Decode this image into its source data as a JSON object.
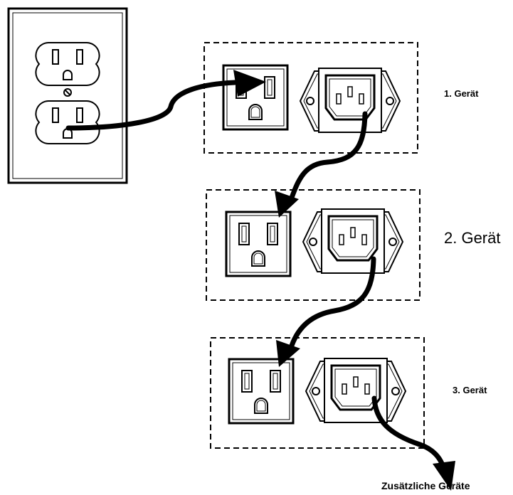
{
  "devices": [
    {
      "label": "1. Gerät",
      "style": "bold"
    },
    {
      "label": "2. Gerät",
      "style": "plain"
    },
    {
      "label": "3. Gerät",
      "style": "bold"
    }
  ],
  "extra_label": "Zusätzliche Geräte",
  "colors": {
    "line": "#000000",
    "background": "#ffffff",
    "fill": "#ffffff"
  },
  "icons": {
    "wall": "wall-outlet-icon",
    "outlet": "nema-outlet-icon",
    "inlet": "iec-inlet-icon",
    "arrow": "cable-arrow-icon"
  }
}
